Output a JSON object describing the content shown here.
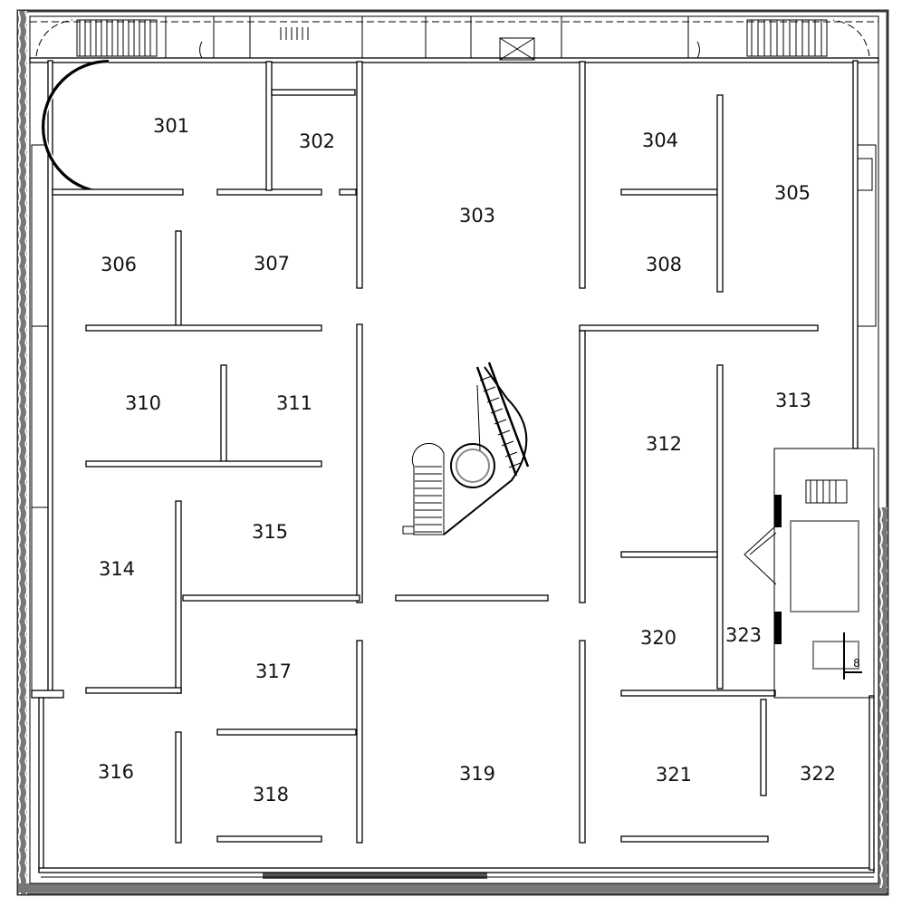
{
  "plan": {
    "rooms": [
      "301",
      "302",
      "303",
      "304",
      "305",
      "306",
      "307",
      "308",
      "310",
      "311",
      "312",
      "313",
      "314",
      "315",
      "316",
      "317",
      "318",
      "319",
      "320",
      "321",
      "322",
      "323"
    ],
    "core_marker": "8"
  }
}
